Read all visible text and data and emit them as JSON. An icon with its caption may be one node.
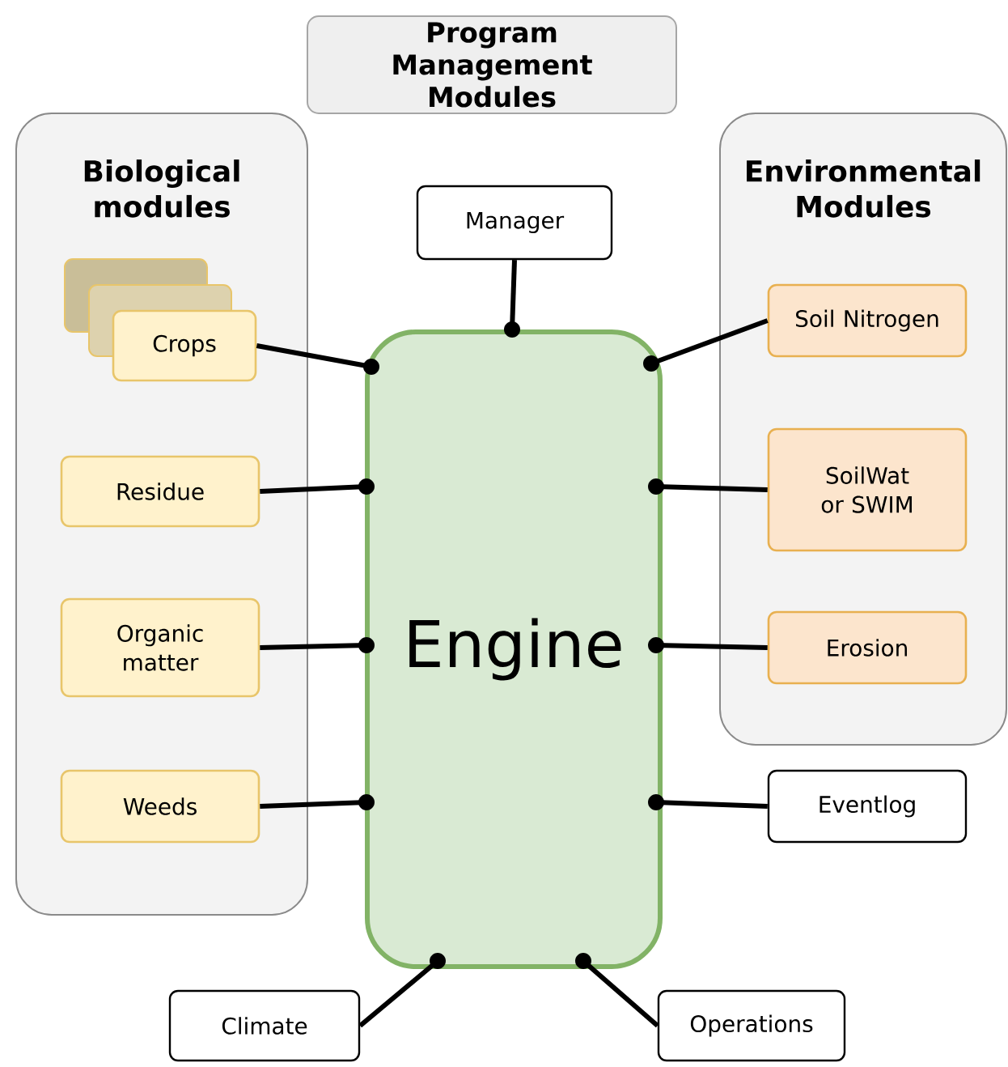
{
  "diagram": {
    "nodes": [
      {
        "text": [
          "Program Management Modules"
        ]
      },
      {
        "text": [
          "Biological modules"
        ]
      },
      {
        "text": [
          "Crops"
        ],
        "in": 1
      },
      {
        "text": [
          "Residue"
        ],
        "in": 1
      },
      {
        "text": [
          "Organic matter"
        ],
        "in": 1
      },
      {
        "text": [
          "Weeds"
        ],
        "in": 1
      },
      {
        "text": [
          "Environmental Modules"
        ]
      },
      {
        "text": [
          "Soil Nitrogen"
        ],
        "in": 6
      },
      {
        "text": [
          "SoilWat or SWIM"
        ],
        "in": 6
      },
      {
        "text": [
          "Erosion"
        ],
        "in": 6
      },
      {
        "text": [
          "Eventlog"
        ]
      },
      {
        "text": [
          "Manager"
        ]
      },
      {
        "text": [
          "Engine"
        ]
      },
      {
        "text": [
          "Climate"
        ]
      },
      {
        "text": [
          "Operations"
        ]
      }
    ],
    "edges": [
      {
        "from": 11,
        "to": 12,
        "arrow": "other"
      },
      {
        "from": 2,
        "to": 12,
        "arrow": "other"
      },
      {
        "from": 3,
        "to": 12,
        "arrow": "other"
      },
      {
        "from": 4,
        "to": 12,
        "arrow": "other"
      },
      {
        "from": 5,
        "to": 12,
        "arrow": "other"
      },
      {
        "from": 7,
        "to": 12,
        "arrow": "other"
      },
      {
        "from": 8,
        "to": 12,
        "arrow": "other"
      },
      {
        "from": 9,
        "to": 12,
        "arrow": "other"
      },
      {
        "from": 10,
        "to": 12,
        "arrow": "other"
      },
      {
        "from": 13,
        "to": 12,
        "arrow": "other"
      },
      {
        "from": 14,
        "to": 12,
        "arrow": "other"
      }
    ]
  }
}
